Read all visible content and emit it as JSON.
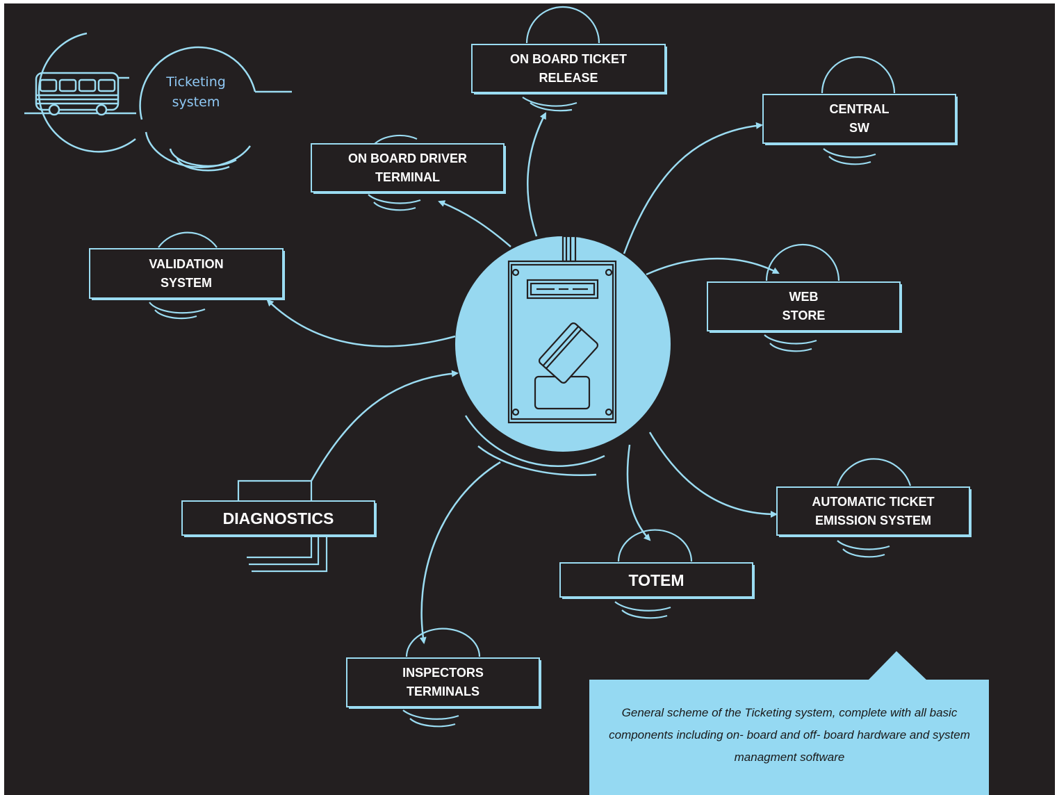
{
  "logo": {
    "text": "Ticketing\nsystem",
    "icon": "bus-icon"
  },
  "center": {
    "icon": "ticket-validator-icon"
  },
  "nodes": [
    {
      "id": "on-board-ticket-release",
      "label": "ON BOARD TICKET\nRELEASE"
    },
    {
      "id": "central-sw",
      "label": "CENTRAL\nSW"
    },
    {
      "id": "on-board-driver-terminal",
      "label": "ON BOARD DRIVER\nTERMINAL"
    },
    {
      "id": "validation-system",
      "label": "VALIDATION\nSYSTEM"
    },
    {
      "id": "web-store",
      "label": "WEB\nSTORE"
    },
    {
      "id": "diagnostics",
      "label": "DIAGNOSTICS"
    },
    {
      "id": "automatic-ticket-emission-system",
      "label": "AUTOMATIC TICKET\nEMISSION SYSTEM"
    },
    {
      "id": "totem",
      "label": "TOTEM"
    },
    {
      "id": "inspectors-terminals",
      "label": "INSPECTORS\nTERMINALS"
    }
  ],
  "caption": "General scheme of the Ticketing system, complete with all basic components including on- board and off- board hardware and system managment software",
  "colors": {
    "background": "#231f20",
    "accent": "#9bdcf2",
    "caption_bg": "#95d9f2",
    "logo_text": "#8fc8f4",
    "box_text": "#ffffff"
  }
}
